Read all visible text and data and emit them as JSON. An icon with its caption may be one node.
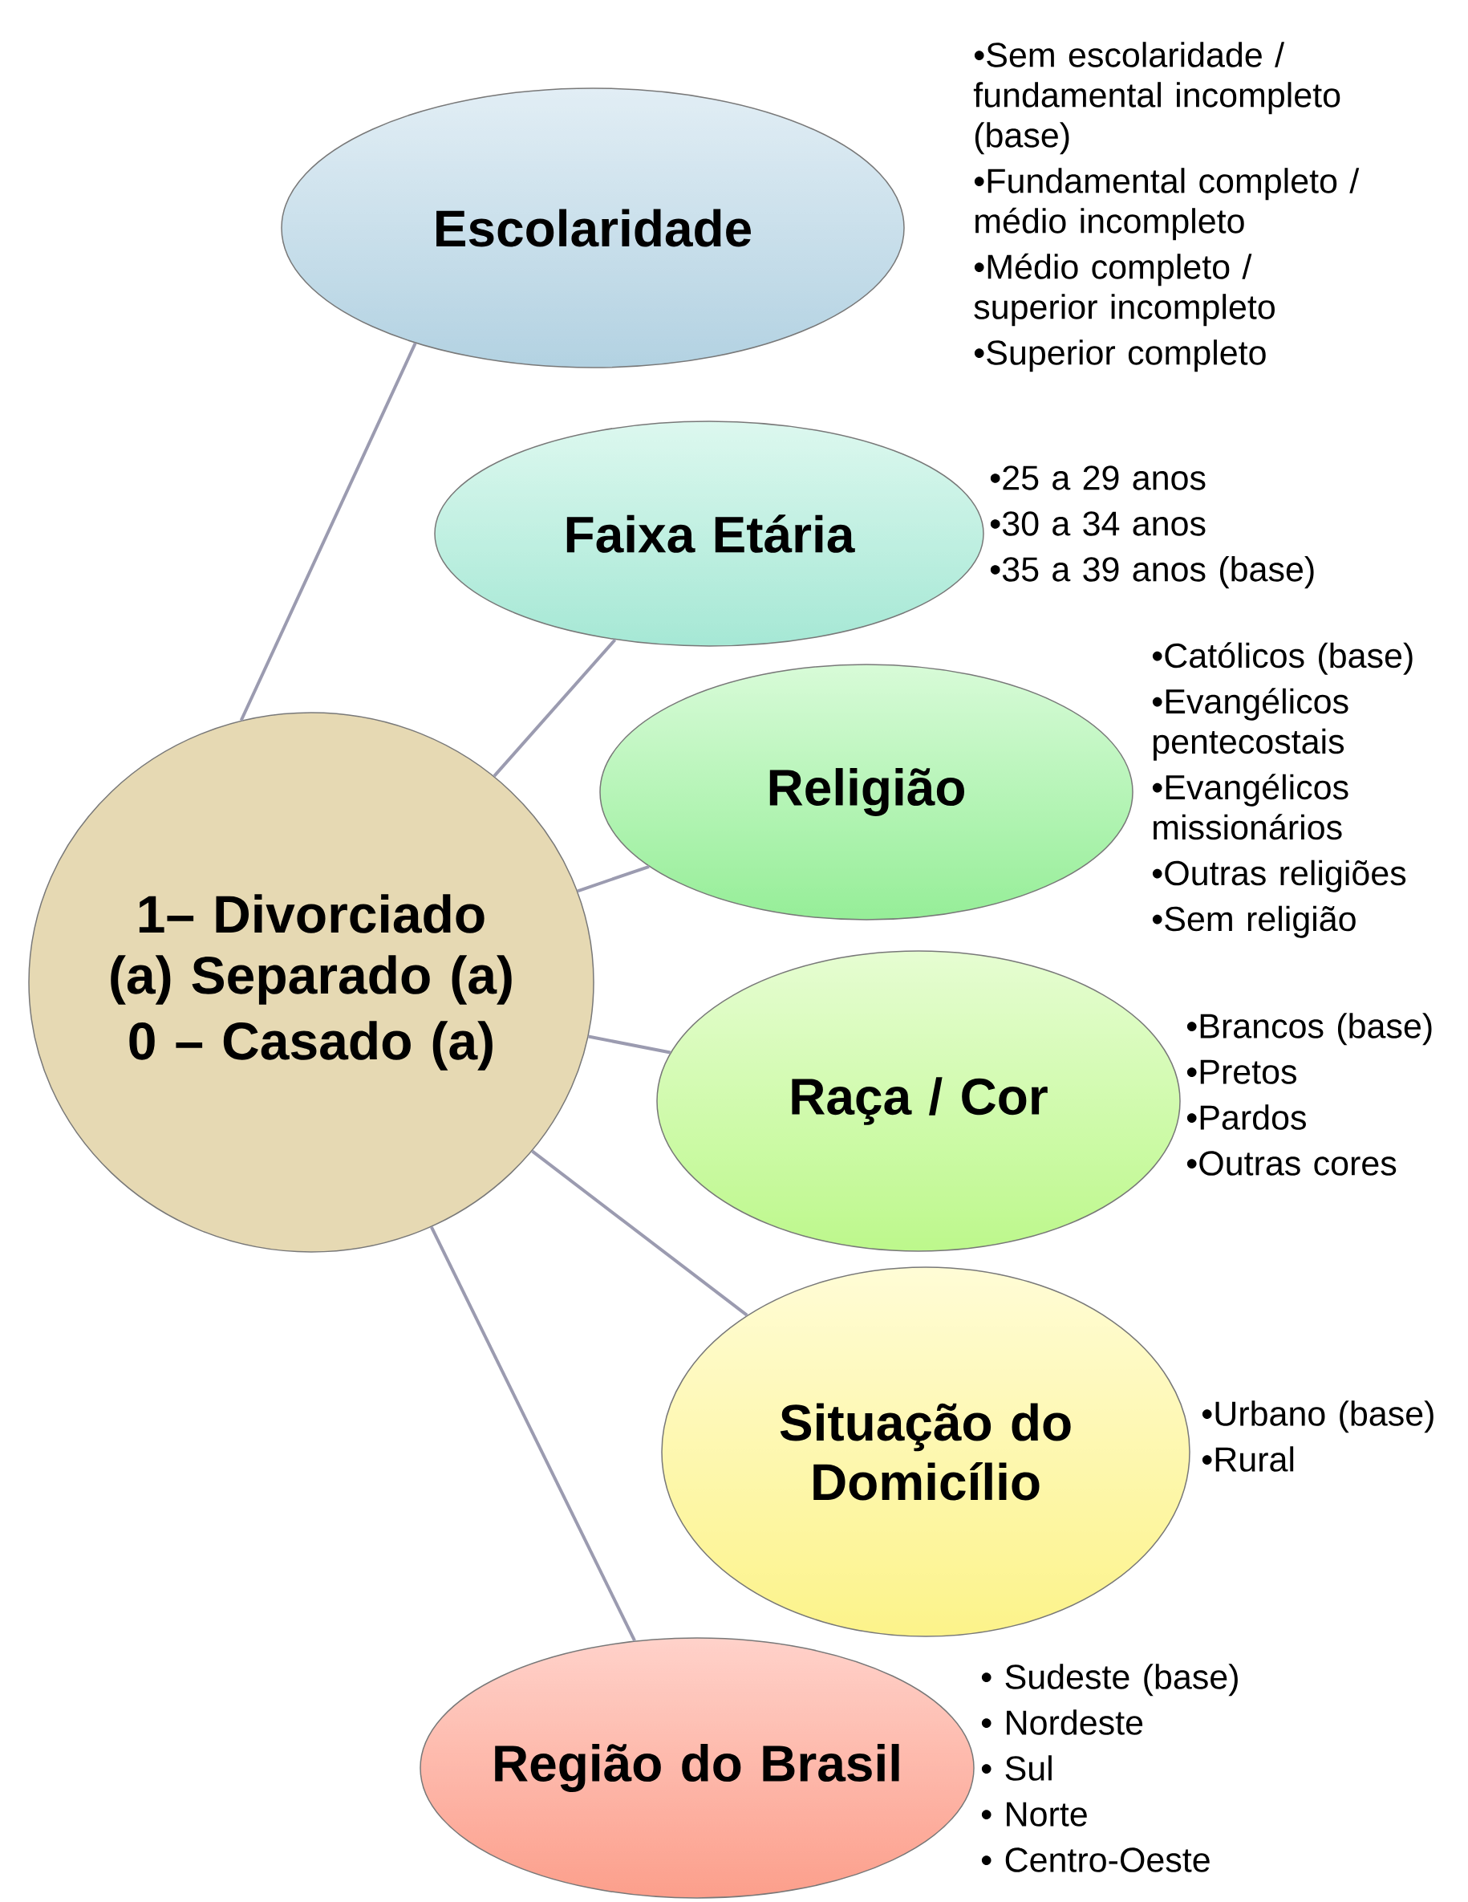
{
  "diagram": {
    "nodes": [
      {
        "text": [
          "1– Divorciado (a) Separado (a)",
          "0 – Casado (a)"
        ]
      },
      {
        "text": [
          "Escolaridade"
        ],
        "beside": [
          "•Sem escolaridade / fundamental incompleto (base)",
          "•Fundamental completo / médio incompleto",
          "•Médio completo / superior incompleto",
          "•Superior completo"
        ]
      },
      {
        "text": [
          "Faixa Etária"
        ],
        "beside": [
          "•25 a 29 anos",
          "•30 a 34 anos",
          "•35 a 39 anos (base)"
        ]
      },
      {
        "text": [
          "Religião"
        ],
        "beside": [
          "•Católicos (base)",
          "•Evangélicos pentecostais",
          "•Evangélicos missionários",
          "•Outras religiões",
          "•Sem religião"
        ]
      },
      {
        "text": [
          "Raça / Cor"
        ],
        "beside": [
          "•Brancos (base)",
          "•Pretos",
          "•Pardos",
          "•Outras cores"
        ]
      },
      {
        "text": [
          "Situação do Domicílio"
        ],
        "beside": [
          "•Urbano (base)",
          "•Rural"
        ]
      },
      {
        "text": [
          "Região do Brasil"
        ],
        "beside": [
          "• Sudeste (base)",
          "• Nordeste",
          "• Sul",
          "• Norte",
          "• Centro-Oeste"
        ]
      }
    ],
    "edges": [
      {
        "from": 0,
        "to": 1,
        "arrow": "none"
      },
      {
        "from": 0,
        "to": 2,
        "arrow": "none"
      },
      {
        "from": 0,
        "to": 3,
        "arrow": "none"
      },
      {
        "from": 0,
        "to": 4,
        "arrow": "none"
      },
      {
        "from": 0,
        "to": 5,
        "arrow": "none"
      },
      {
        "from": 0,
        "to": 6,
        "arrow": "none"
      }
    ]
  }
}
